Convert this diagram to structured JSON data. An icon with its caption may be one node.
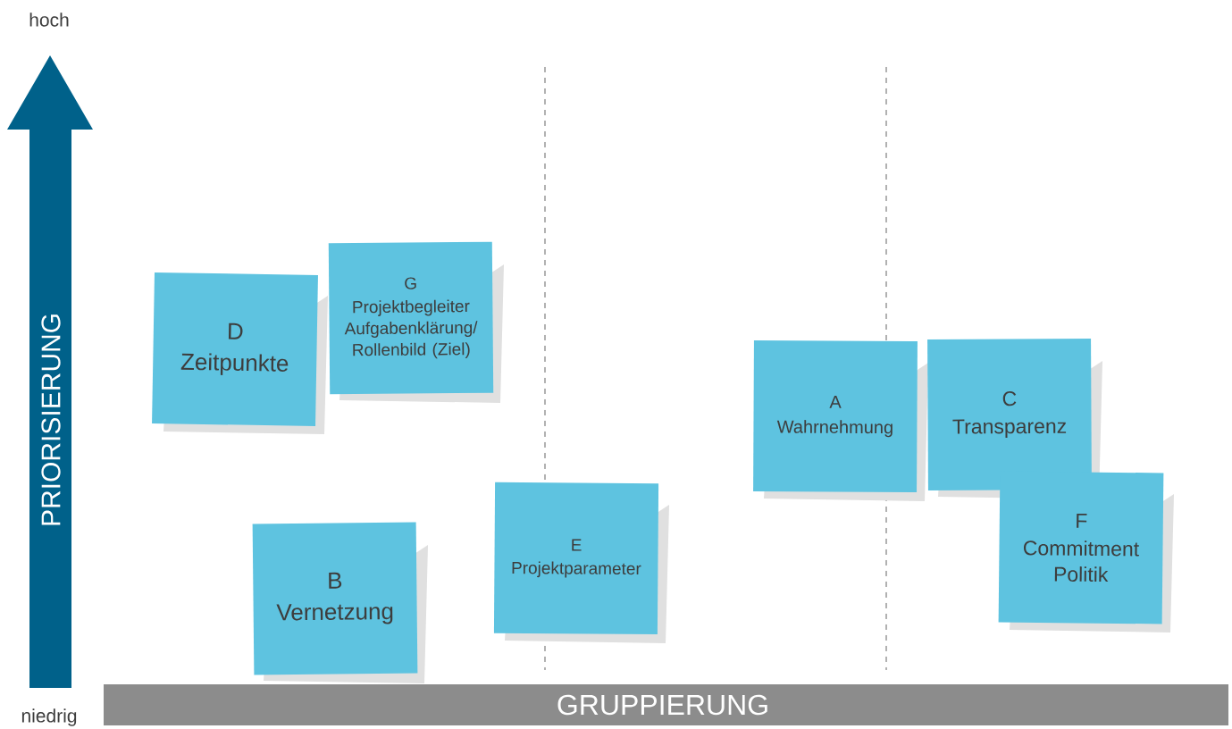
{
  "diagram": {
    "nodes": [
      {
        "text": [
          "D",
          "Zeitpunkte"
        ]
      },
      {
        "text": [
          "G",
          "Projektbegleiter Aufgabenklärung/ Rollenbild (Ziel)"
        ]
      },
      {
        "text": [
          "B",
          "Vernetzung"
        ]
      },
      {
        "text": [
          "E",
          "Projektparameter"
        ]
      },
      {
        "text": [
          "A",
          "Wahrnehmung"
        ]
      },
      {
        "text": [
          "C",
          "Transparenz"
        ]
      },
      {
        "text": [
          "F",
          "Commitment Politik"
        ]
      }
    ],
    "labels": [
      "hoch",
      "PRIORISIERUNG",
      "niedrig",
      "GRUPPIERUNG"
    ]
  }
}
